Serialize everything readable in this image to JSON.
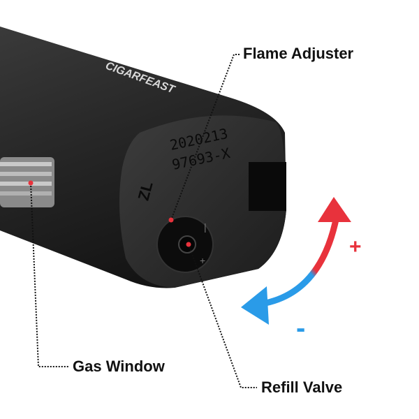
{
  "product": {
    "brand_logo": "CIGARFEAST",
    "engraving_line1": "2020213",
    "engraving_line2": "97693-X",
    "engraving_mark": "ZL"
  },
  "callouts": {
    "flame_adjuster": "Flame Adjuster",
    "gas_window": "Gas Window",
    "refill_valve": "Refill Valve"
  },
  "adjust_arrow": {
    "plus": "+",
    "minus": "-",
    "plus_color": "#e8323c",
    "minus_color": "#2a9be8"
  },
  "colors": {
    "body": "#2b2b2b",
    "marker": "#e8323c"
  }
}
